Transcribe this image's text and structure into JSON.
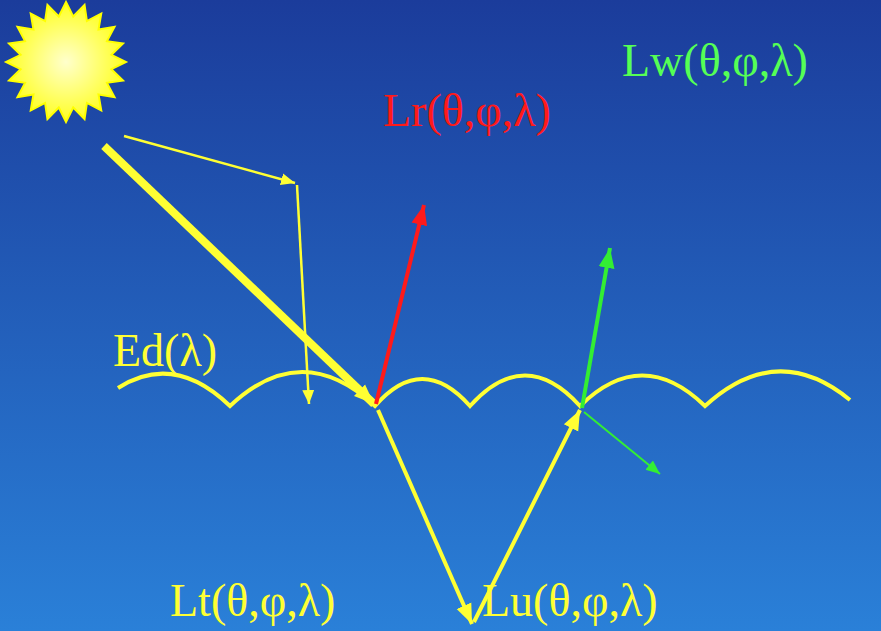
{
  "diagram": {
    "labels": [
      "Lr(θ,φ,λ)",
      "Lw(θ,φ,λ)",
      "Ed(λ)",
      "Lt(θ,φ,λ)",
      "Lu(θ,φ,λ)"
    ]
  }
}
